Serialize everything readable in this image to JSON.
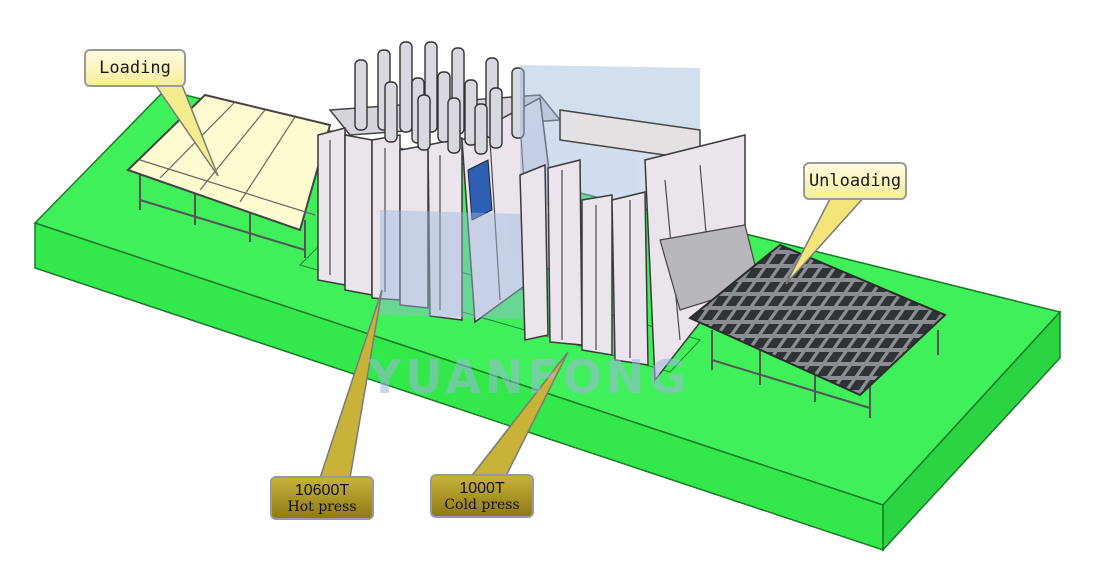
{
  "labels": {
    "loading": "Loading",
    "unloading": "Unloading",
    "hot_press": {
      "tonnage": "10600T",
      "name": "Hot press"
    },
    "cold_press": {
      "tonnage": "1000T",
      "name": "Cold press"
    }
  },
  "watermark": "YUANFONG",
  "colors": {
    "base_green": "#33e84a",
    "panel_fill": "#fffbd0",
    "callout_light": "#f7ee9a",
    "callout_dark": "#9c8a1a",
    "press_plate": "#ece4ec",
    "cylinder": "#d8d8e0",
    "watermark_blue": "#9cb7dc"
  }
}
